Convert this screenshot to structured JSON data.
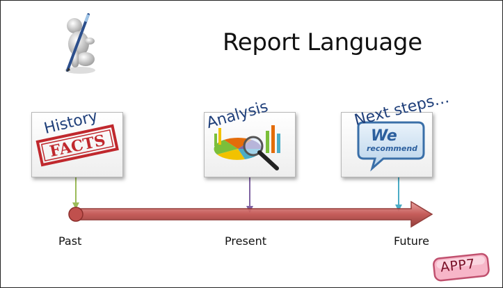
{
  "slide": {
    "title": "Report Language",
    "badge": "APP7"
  },
  "cards": [
    {
      "label": "History",
      "image_text": "FACTS",
      "image": "facts-stamp-image"
    },
    {
      "label": "Analysis",
      "image": "pie-chart-magnifier-image"
    },
    {
      "label": "Next steps…",
      "image_text_1": "We",
      "image_text_2": "recommend",
      "image": "we-recommend-speech-bubble-image"
    }
  ],
  "timeline": {
    "points": [
      "Past",
      "Present",
      "Future"
    ],
    "arrow_color": "#c0504d",
    "connector_colors": [
      "#9bbb59",
      "#8064a2",
      "#4bacc6"
    ]
  }
}
